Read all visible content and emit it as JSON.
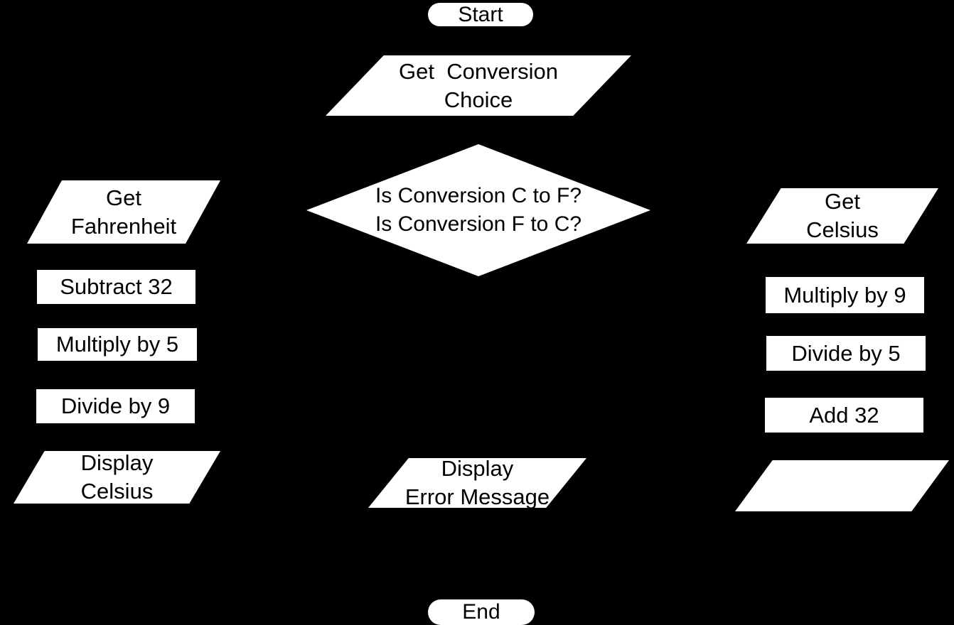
{
  "flowchart": {
    "colors": {
      "background": "#000000",
      "shape_fill": "#ffffff",
      "text": "#000000"
    },
    "nodes": {
      "start": {
        "type": "terminator",
        "label": "Start"
      },
      "get_conversion_choice": {
        "type": "input-output",
        "label": "Get  Conversion\nChoice"
      },
      "conversion_decision": {
        "type": "decision",
        "label": "Is Conversion C to F?\nIs Conversion F to C?"
      },
      "get_fahrenheit": {
        "type": "input-output",
        "label": "Get\nFahrenheit"
      },
      "subtract_32": {
        "type": "process",
        "label": "Subtract 32"
      },
      "multiply_by_5": {
        "type": "process",
        "label": "Multiply by 5"
      },
      "divide_by_9": {
        "type": "process",
        "label": "Divide by 9"
      },
      "display_celsius": {
        "type": "input-output",
        "label": "Display\nCelsius"
      },
      "get_celsius": {
        "type": "input-output",
        "label": "Get\nCelsius"
      },
      "multiply_by_9": {
        "type": "process",
        "label": "Multiply by 9"
      },
      "divide_by_5": {
        "type": "process",
        "label": "Divide by 5"
      },
      "add_32": {
        "type": "process",
        "label": "Add 32"
      },
      "display_error_message": {
        "type": "input-output",
        "label": "Display\nError Message"
      },
      "end": {
        "type": "terminator",
        "label": "End"
      }
    }
  }
}
